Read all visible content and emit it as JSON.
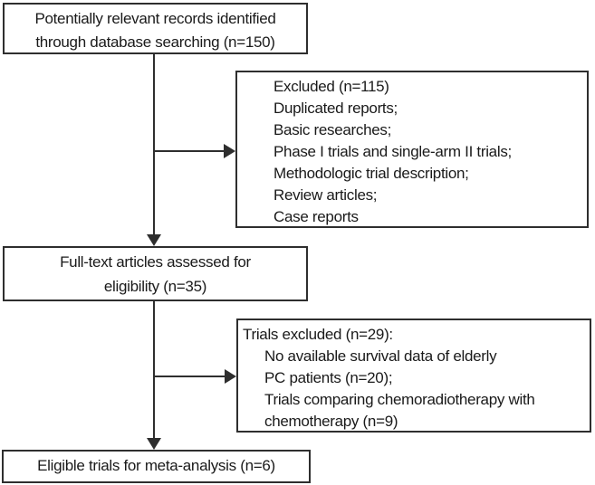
{
  "flow": {
    "records": {
      "lines": [
        "Potentially relevant records identified",
        "through database searching (n=150)"
      ]
    },
    "excluded": {
      "lines": [
        "Excluded (n=115)",
        "Duplicated reports;",
        "Basic researches;",
        "Phase I trials and single-arm II trials;",
        "Methodologic trial description;",
        "Review articles;",
        "Case reports"
      ]
    },
    "fulltext": {
      "lines": [
        "Full-text articles assessed for",
        "eligibility (n=35)"
      ]
    },
    "trials_excluded": {
      "title": "Trials excluded (n=29):",
      "lines": [
        "No available survival data of elderly",
        "PC patients (n=20);",
        "Trials comparing chemoradiotherapy with",
        "chemotherapy (n=9)"
      ]
    },
    "eligible": {
      "text": "Eligible trials for meta-analysis (n=6)"
    }
  },
  "colors": {
    "border": "#2e2e2e",
    "text": "#1a1a1a",
    "background": "#ffffff"
  }
}
